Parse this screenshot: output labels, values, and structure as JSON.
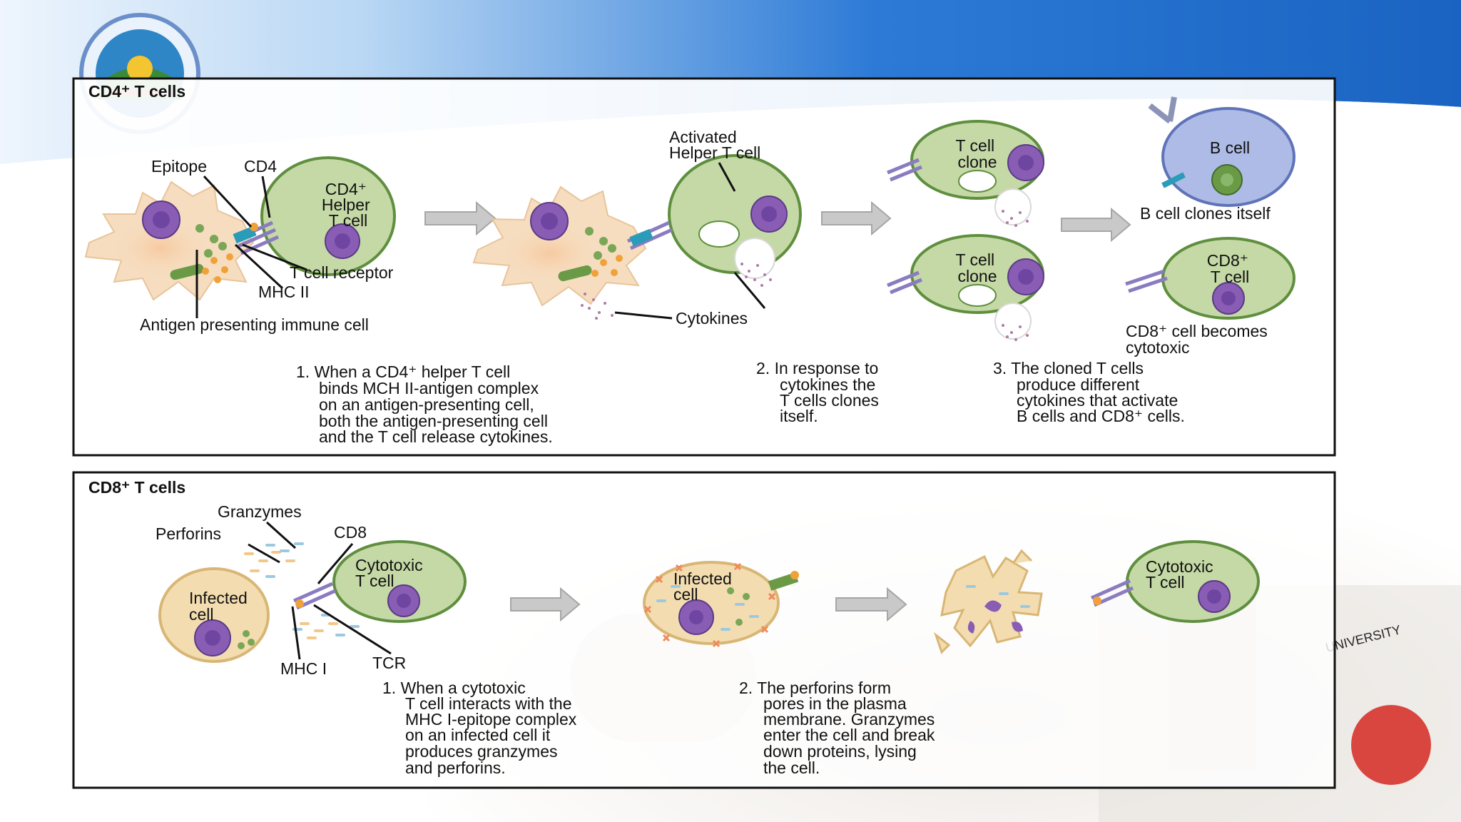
{
  "colors": {
    "banner_blue": "#1e6fd0",
    "banner_light": "#7fb6ee",
    "cell_green": "#c5d9a6",
    "cell_green_edge": "#5f8f3e",
    "nucleus_purple": "#8a5db5",
    "apc_peach": "#f6ddbf",
    "bcell_blue": "#aebbe6",
    "infected_tan": "#f3ddb0",
    "arrow_gray": "#c9c9c9",
    "slide_button": "#d9463f"
  },
  "panels": {
    "cd4": {
      "title": "CD4⁺ T cells",
      "labels": {
        "epitope": "Epitope",
        "cd4": "CD4",
        "helper_cell": [
          "CD4⁺",
          "Helper",
          "T cell"
        ],
        "t_cell_receptor": "T cell receptor",
        "mhc_ii": "MHC II",
        "apc": "Antigen presenting immune cell",
        "activated": [
          "Activated",
          "Helper T cell"
        ],
        "cytokines": "Cytokines",
        "clone_1": [
          "T cell",
          "clone"
        ],
        "clone_2": [
          "T cell",
          "clone"
        ],
        "b_cell": "B cell",
        "b_cell_caption": "B cell clones itself",
        "cd8_cell": [
          "CD8⁺",
          "T cell"
        ],
        "cd8_caption": [
          "CD8⁺ cell becomes",
          "cytotoxic"
        ]
      },
      "steps": [
        [
          "1. When a CD4⁺ helper T cell",
          "binds MCH II-antigen complex",
          "on an antigen-presenting cell,",
          "both the antigen-presenting cell",
          "and the T cell release cytokines."
        ],
        [
          "2. In response to",
          "cytokines the",
          "T cells clones",
          "itself."
        ],
        [
          "3. The cloned T cells",
          "produce different",
          "cytokines that activate",
          "B cells and CD8⁺ cells."
        ]
      ]
    },
    "cd8": {
      "title": "CD8⁺ T cells",
      "labels": {
        "granzymes": "Granzymes",
        "perforins": "Perforins",
        "cd8": "CD8",
        "cytotoxic_1": [
          "Cytotoxic",
          "T cell"
        ],
        "infected_1": [
          "Infected",
          "cell"
        ],
        "mhc_i": "MHC I",
        "tcr": "TCR",
        "infected_2": [
          "Infected",
          "cell"
        ],
        "cytotoxic_2": [
          "Cytotoxic",
          "T cell"
        ]
      },
      "steps": [
        [
          "1. When a cytotoxic",
          "T cell interacts with the",
          "MHC I-epitope complex",
          "on an infected cell it",
          "produces granzymes",
          "and perforins."
        ],
        [
          "2. The perforins form",
          "pores in the plasma",
          "membrane. Granzymes",
          "enter the cell and break",
          "down proteins, lysing",
          "the cell."
        ]
      ]
    }
  },
  "background": {
    "watermark": "UNIVERSITY"
  }
}
